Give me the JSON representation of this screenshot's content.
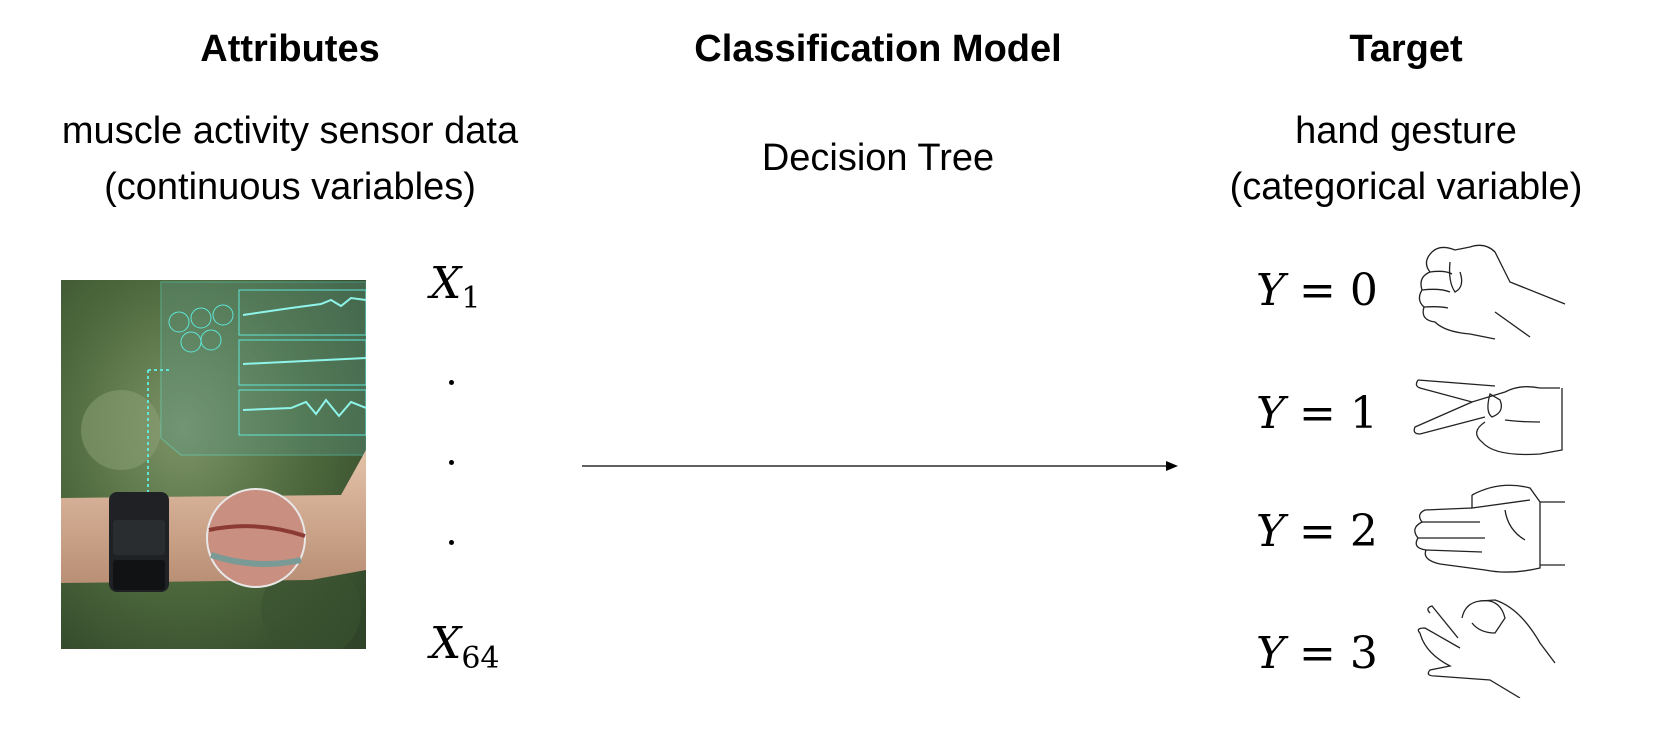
{
  "attributes": {
    "heading": "Attributes",
    "description_line1": "muscle activity sensor data",
    "description_line2": "(continuous variables)",
    "first_var": "X",
    "first_sub": "1",
    "last_var": "X",
    "last_sub": "64",
    "photo": "armband-emg-sensor-photo"
  },
  "model": {
    "heading": "Classification Model",
    "name": "Decision Tree"
  },
  "target": {
    "heading": "Target",
    "description_line1": "hand gesture",
    "description_line2": "(categorical variable)",
    "classes": [
      {
        "var": "Y",
        "eq": "=",
        "value": "0",
        "icon": "fist-hand-icon"
      },
      {
        "var": "Y",
        "eq": "=",
        "value": "1",
        "icon": "two-fingers-hand-icon"
      },
      {
        "var": "Y",
        "eq": "=",
        "value": "2",
        "icon": "flat-hand-icon"
      },
      {
        "var": "Y",
        "eq": "=",
        "value": "3",
        "icon": "ok-sign-hand-icon"
      }
    ]
  }
}
